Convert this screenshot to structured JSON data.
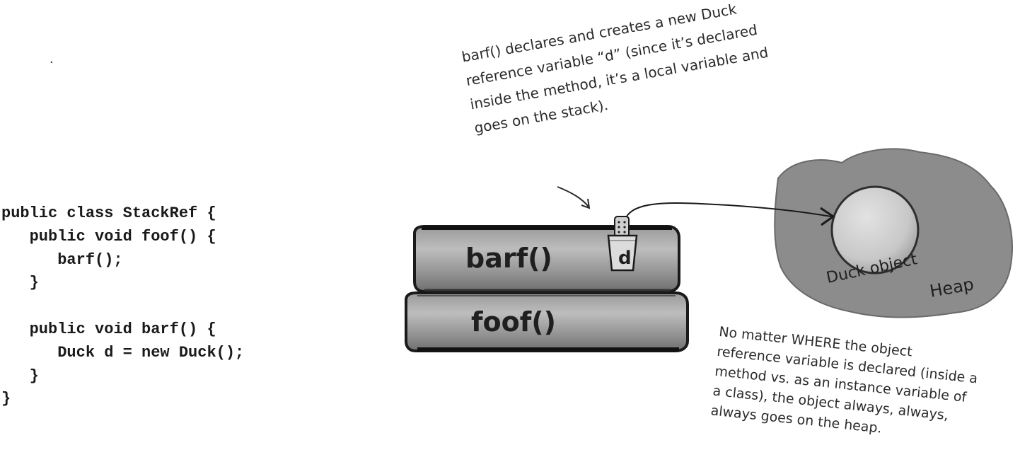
{
  "margin_mark": ".",
  "code_lines": [
    "public class StackRef {",
    "   public void foof() {",
    "      barf();",
    "   }",
    "",
    "   public void barf() {",
    "      Duck d = new Duck();",
    "   }",
    "}"
  ],
  "top_note_lines": [
    "barf() declares and creates a new Duck",
    "reference variable “d” (since it’s declared",
    "inside the method, it’s a local variable and",
    "goes on the stack)."
  ],
  "stack_frames": [
    {
      "label": "barf()"
    },
    {
      "label": "foof()"
    }
  ],
  "variable_label": "d",
  "object_label": "Duck object",
  "heap_label": "Heap",
  "bottom_note_lines": [
    "No matter WHERE the object",
    "reference variable is declared (inside a",
    "method vs. as an instance variable of",
    "a class), the object always, always,",
    "always goes on the heap."
  ]
}
